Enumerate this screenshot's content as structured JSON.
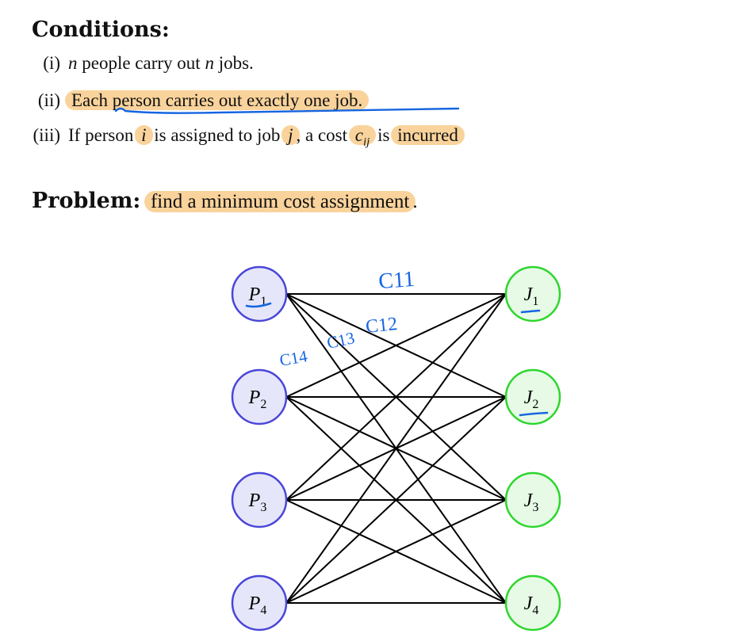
{
  "conditions": {
    "title": "Conditions:",
    "items": [
      {
        "label": "(i)",
        "pre": "",
        "var": "n",
        "text": " people carry out ",
        "var2": "n",
        "text2": " jobs."
      },
      {
        "label": "(ii)",
        "text": "Each person carries out exactly one job."
      },
      {
        "label": "(iii)",
        "p1": "If person ",
        "i": "i",
        "p2": " is assigned to job ",
        "j": "j",
        "p3": ", a cost ",
        "c": "c",
        "csub": "ij",
        "p4": " is ",
        "p5": "incurred"
      }
    ]
  },
  "problem": {
    "title": "Problem:",
    "text": "find a minimum cost assignment",
    "tail": "."
  },
  "diagram": {
    "people": [
      {
        "base": "P",
        "sub": "1"
      },
      {
        "base": "P",
        "sub": "2"
      },
      {
        "base": "P",
        "sub": "3"
      },
      {
        "base": "P",
        "sub": "4"
      }
    ],
    "jobs": [
      {
        "base": "J",
        "sub": "1"
      },
      {
        "base": "J",
        "sub": "2"
      },
      {
        "base": "J",
        "sub": "3"
      },
      {
        "base": "J",
        "sub": "4"
      }
    ],
    "annotations": [
      "C11",
      "C12",
      "C13",
      "C14"
    ]
  },
  "colors": {
    "highlight": "#f7c47a",
    "ink": "#1565e0",
    "person_fill": "#e6e6fa",
    "person_stroke": "#4a46d8",
    "job_fill": "#e6fae6",
    "job_stroke": "#2ed62e"
  }
}
